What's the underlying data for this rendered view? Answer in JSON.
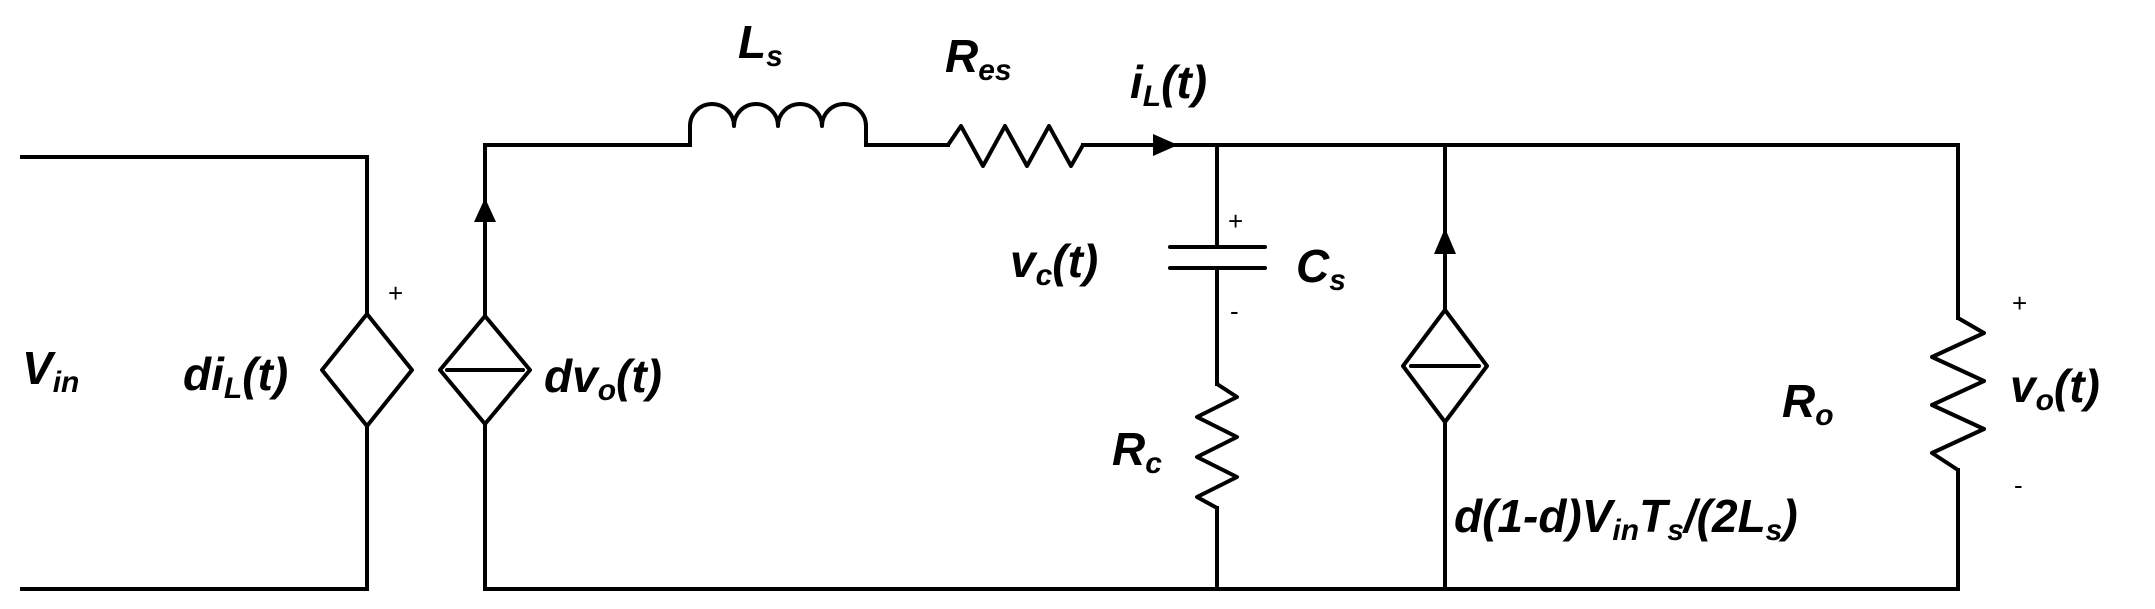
{
  "labels": {
    "vin": {
      "main": "V",
      "sub": "in",
      "tail": ""
    },
    "dil": {
      "main": "di",
      "sub": "L",
      "tail": "(t)"
    },
    "dvo": {
      "main": "dv",
      "sub": "o",
      "tail": "(t)"
    },
    "ls": {
      "main": "L",
      "sub": "s",
      "tail": ""
    },
    "res": {
      "main": "R",
      "sub": "es",
      "tail": ""
    },
    "il": {
      "main": "i",
      "sub": "L",
      "tail": "(t)"
    },
    "vc": {
      "main": "v",
      "sub": "c",
      "tail": "(t)"
    },
    "cs": {
      "main": "C",
      "sub": "s",
      "tail": ""
    },
    "rc": {
      "main": "R",
      "sub": "c",
      "tail": ""
    },
    "ro": {
      "main": "R",
      "sub": "o",
      "tail": ""
    },
    "vo": {
      "main": "v",
      "sub": "o",
      "tail": "(t)"
    },
    "src": {
      "p1": "d(1-d)V",
      "s1": "in",
      "p2": "T",
      "s2": "s",
      "p3": "/(2L",
      "s3": "s",
      "p4": ")"
    }
  },
  "signs": {
    "dil_plus": "+",
    "vc_plus": "+",
    "vc_minus": "-",
    "vo_plus": "+",
    "vo_minus": "-"
  }
}
